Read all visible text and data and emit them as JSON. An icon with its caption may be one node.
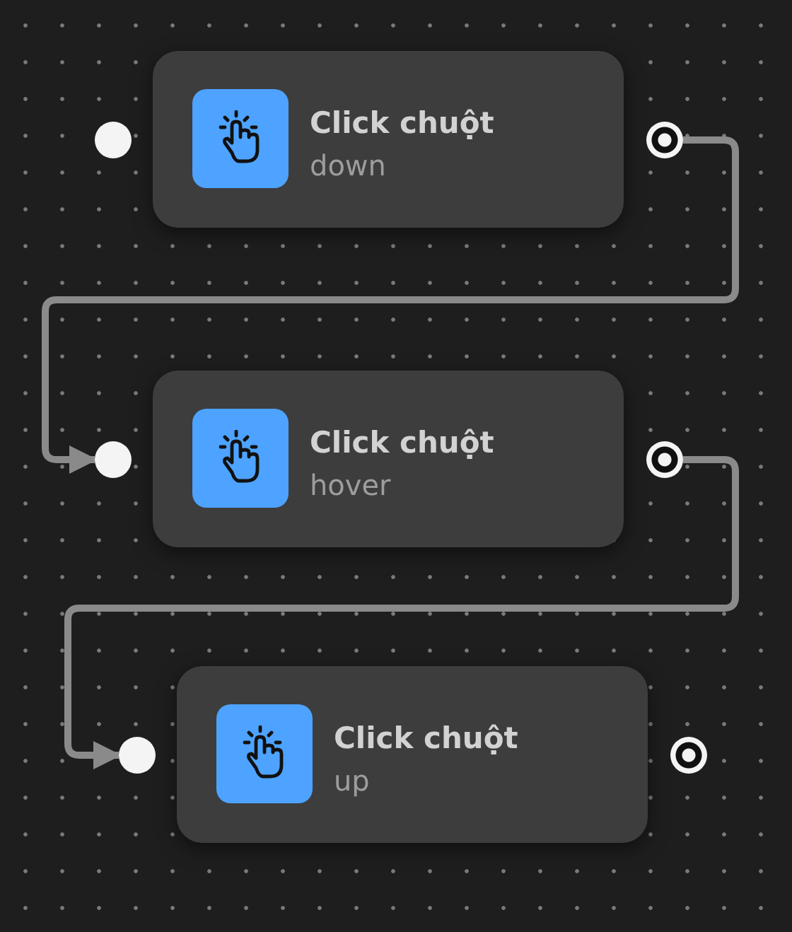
{
  "diagram": {
    "nodes": [
      {
        "text": [],
        "shape": "circle"
      },
      {
        "text": [
          "Click chuột",
          "down"
        ]
      },
      {
        "text": [],
        "shape": "circle"
      },
      {
        "text": [],
        "shape": "circle"
      },
      {
        "text": [
          "Click chuột",
          "hover"
        ]
      },
      {
        "text": [],
        "shape": "circle"
      },
      {
        "text": [],
        "shape": "circle"
      },
      {
        "text": [
          "Click chuột",
          "up"
        ]
      },
      {
        "text": [],
        "shape": "circle"
      }
    ],
    "edges": [
      {
        "from": 2,
        "to": 3,
        "arrow": "to"
      },
      {
        "from": 5,
        "to": 6,
        "arrow": "to"
      }
    ]
  }
}
